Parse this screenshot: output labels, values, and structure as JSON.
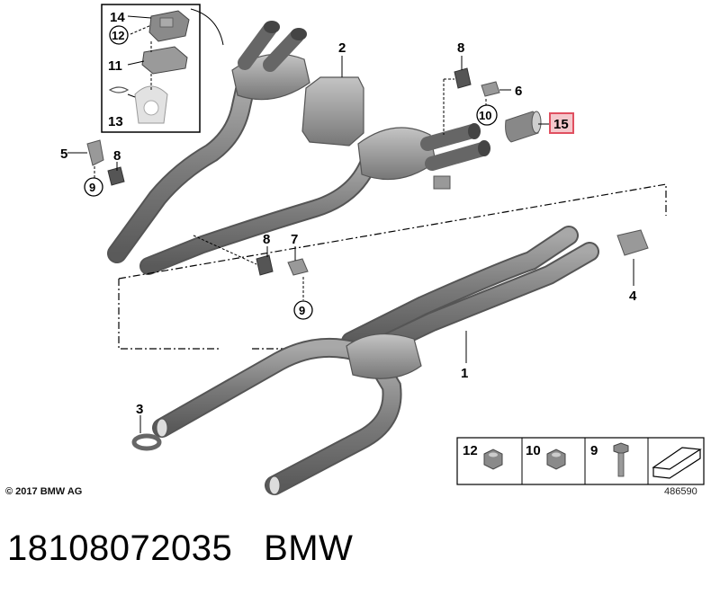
{
  "callouts": {
    "c1": "1",
    "c2": "2",
    "c3": "3",
    "c4": "4",
    "c5": "5",
    "c6": "6",
    "c7": "7",
    "c8a": "8",
    "c8b": "8",
    "c8c": "8",
    "c9a": "9",
    "c9b": "9",
    "c10": "10",
    "c11": "11",
    "c12": "12",
    "c13": "13",
    "c14": "14",
    "c15": "15"
  },
  "legend": {
    "nut12": "12",
    "nut10": "10",
    "bolt9": "9"
  },
  "colors": {
    "highlight": "#e05060",
    "highlight_fill": "#f4c8cc"
  },
  "footer": {
    "copyright": "© 2017 BMW AG",
    "diagram_id": "486590",
    "part_number": "18108072035",
    "brand": "BMW"
  }
}
